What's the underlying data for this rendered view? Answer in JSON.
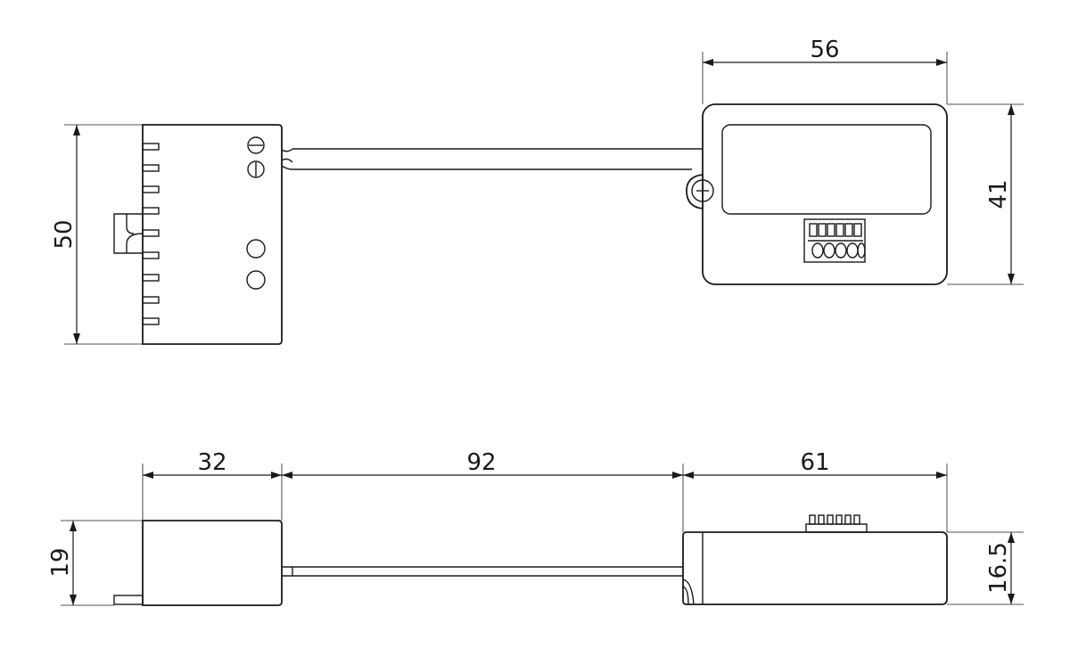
{
  "dimensions": {
    "top_width": "56",
    "top_height_right": "41",
    "top_height_left": "50",
    "side_width_left": "32",
    "side_cable": "92",
    "side_width_right": "61",
    "side_height_left": "19",
    "side_height_right": "16.5"
  }
}
